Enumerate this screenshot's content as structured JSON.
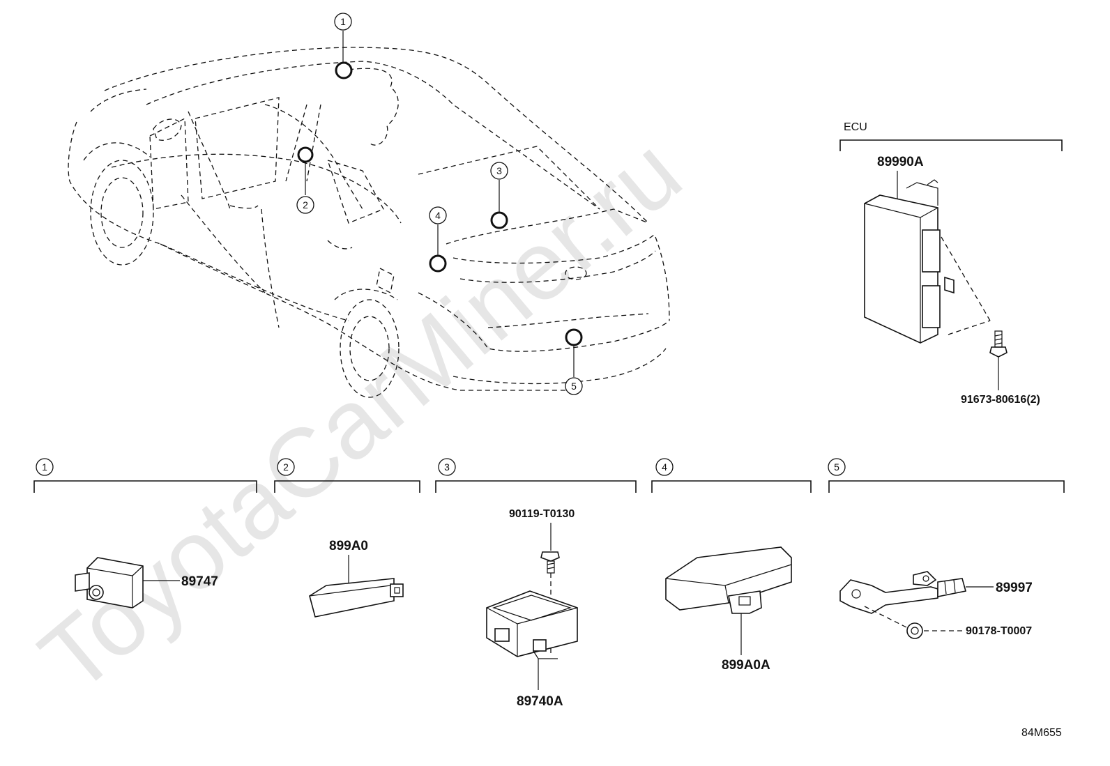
{
  "watermark": "ToyotaCarMiner.ru",
  "diagram_code": "84M655",
  "ecu_group": {
    "label": "ECU",
    "part_ecu": "89990A",
    "part_screw": "91673-80616(2)"
  },
  "callouts": [
    "1",
    "2",
    "3",
    "4",
    "5"
  ],
  "groups": [
    {
      "number": "1",
      "parts": [
        "89747"
      ]
    },
    {
      "number": "2",
      "parts": [
        "899A0"
      ]
    },
    {
      "number": "3",
      "parts": [
        "90119-T0130",
        "89740A"
      ]
    },
    {
      "number": "4",
      "parts": [
        "899A0A"
      ]
    },
    {
      "number": "5",
      "parts": [
        "89997",
        "90178-T0007"
      ]
    }
  ]
}
